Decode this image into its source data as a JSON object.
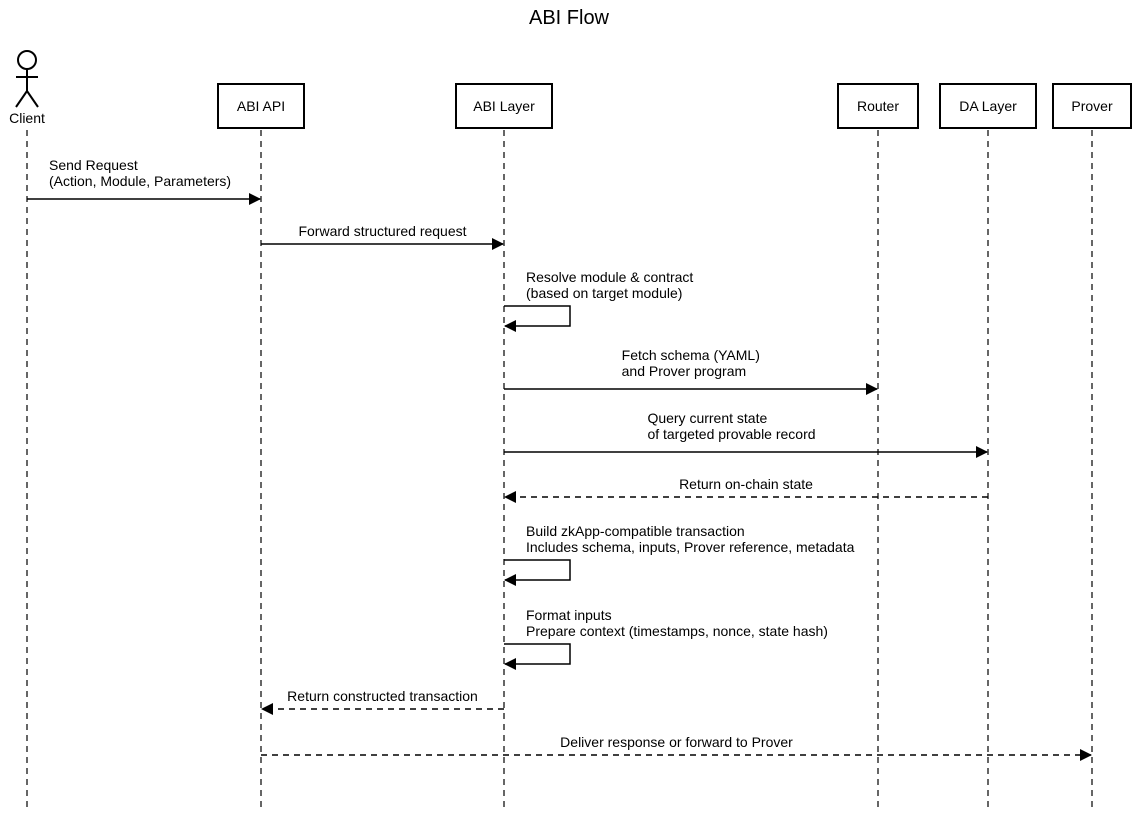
{
  "title": "ABI Flow",
  "participants": [
    {
      "id": "client",
      "label": "Client",
      "kind": "actor"
    },
    {
      "id": "abi_api",
      "label": "ABI API",
      "kind": "box"
    },
    {
      "id": "abi_layer",
      "label": "ABI Layer",
      "kind": "box"
    },
    {
      "id": "router",
      "label": "Router",
      "kind": "box"
    },
    {
      "id": "da_layer",
      "label": "DA Layer",
      "kind": "box"
    },
    {
      "id": "prover",
      "label": "Prover",
      "kind": "box"
    }
  ],
  "messages": [
    {
      "from": "client",
      "to": "abi_api",
      "style": "solid",
      "lines": [
        "Send Request",
        "(Action, Module, Parameters)"
      ]
    },
    {
      "from": "abi_api",
      "to": "abi_layer",
      "style": "solid",
      "lines": [
        "Forward structured request"
      ]
    },
    {
      "from": "abi_layer",
      "to": "abi_layer",
      "style": "self",
      "lines": [
        "Resolve module & contract",
        "(based on target module)"
      ]
    },
    {
      "from": "abi_layer",
      "to": "router",
      "style": "solid",
      "lines": [
        "Fetch schema (YAML)",
        "and Prover program"
      ]
    },
    {
      "from": "abi_layer",
      "to": "da_layer",
      "style": "solid",
      "lines": [
        "Query current state",
        "of targeted provable record"
      ]
    },
    {
      "from": "da_layer",
      "to": "abi_layer",
      "style": "dashed",
      "lines": [
        "Return on-chain state"
      ]
    },
    {
      "from": "abi_layer",
      "to": "abi_layer",
      "style": "self",
      "lines": [
        "Build zkApp-compatible transaction",
        "Includes schema, inputs, Prover reference, metadata"
      ]
    },
    {
      "from": "abi_layer",
      "to": "abi_layer",
      "style": "self",
      "lines": [
        "Format inputs",
        "Prepare context (timestamps, nonce, state hash)"
      ]
    },
    {
      "from": "abi_layer",
      "to": "abi_api",
      "style": "dashed",
      "lines": [
        "Return constructed transaction"
      ]
    },
    {
      "from": "abi_api",
      "to": "prover",
      "style": "dashed",
      "lines": [
        "Deliver response or forward to Prover"
      ]
    }
  ]
}
